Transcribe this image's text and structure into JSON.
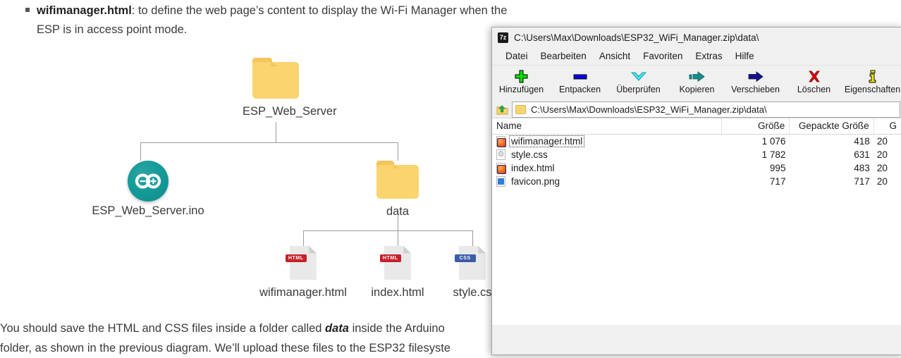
{
  "article": {
    "bullet_item_name": "wifimanager.html",
    "bullet_text_rest": ": to define the web page’s content to display the Wi-Fi Manager when the",
    "bullet_line2": "ESP is in access point mode.",
    "bottom_line1_a": "You should save the HTML and CSS files inside a folder called ",
    "bottom_line1_em": "data",
    "bottom_line1_b": " inside the Arduino",
    "bottom_line2": "folder, as shown in the previous diagram. We’ll upload these files to the ESP32 filesyste"
  },
  "diagram": {
    "root": {
      "label": "ESP_Web_Server",
      "icon": "folder-icon"
    },
    "children": [
      {
        "label": "ESP_Web_Server.ino",
        "icon": "arduino-icon"
      },
      {
        "label": "data",
        "icon": "folder-icon"
      }
    ],
    "data_children": [
      {
        "label": "wifimanager.html",
        "icon": "html-file-icon",
        "badge": "HTML"
      },
      {
        "label": "index.html",
        "icon": "html-file-icon",
        "badge": "HTML"
      },
      {
        "label": "style.cs",
        "icon": "css-file-icon",
        "badge": "CSS"
      }
    ],
    "colors": {
      "folder": "#fad46f",
      "folder_tab": "#f5c45a",
      "arduino": "#159b99",
      "connector": "#9a9a9a",
      "html_badge": "#c8202a",
      "css_badge": "#3b5ca8"
    }
  },
  "sevenzip": {
    "title": "C:\\Users\\Max\\Downloads\\ESP32_WiFi_Manager.zip\\data\\",
    "app_icon_label": "7z",
    "menu": [
      "Datei",
      "Bearbeiten",
      "Ansicht",
      "Favoriten",
      "Extras",
      "Hilfe"
    ],
    "toolbar": [
      {
        "label": "Hinzufügen",
        "icon": "plus-icon",
        "color": "#00e000"
      },
      {
        "label": "Entpacken",
        "icon": "extract-bar-icon",
        "color": "#0000f0"
      },
      {
        "label": "Überprüfen",
        "icon": "chevron-down-icon",
        "color": "#4fe4ec"
      },
      {
        "label": "Kopieren",
        "icon": "copy-arrow-icon",
        "color": "#1b8b8b"
      },
      {
        "label": "Verschieben",
        "icon": "move-arrow-icon",
        "color": "#141488"
      },
      {
        "label": "Löschen",
        "icon": "delete-x-icon",
        "color": "#e00000"
      },
      {
        "label": "Eigenschaften",
        "icon": "info-i-icon",
        "color": "#f2e600"
      }
    ],
    "address": {
      "up_icon": "up-folder-icon",
      "folder_icon": "folder-icon",
      "path": "C:\\Users\\Max\\Downloads\\ESP32_WiFi_Manager.zip\\data\\"
    },
    "columns": [
      "Name",
      "Größe",
      "Gepackte Größe",
      "G"
    ],
    "files": [
      {
        "name": "wifimanager.html",
        "size": "1 076",
        "packed": "418",
        "modified": "20",
        "icon": "html-doc-icon",
        "focused": true
      },
      {
        "name": "style.css",
        "size": "1 782",
        "packed": "631",
        "modified": "20",
        "icon": "css-doc-icon",
        "focused": false
      },
      {
        "name": "index.html",
        "size": "995",
        "packed": "483",
        "modified": "20",
        "icon": "html-doc-icon",
        "focused": false
      },
      {
        "name": "favicon.png",
        "size": "717",
        "packed": "717",
        "modified": "20",
        "icon": "png-doc-icon",
        "focused": false
      }
    ]
  }
}
